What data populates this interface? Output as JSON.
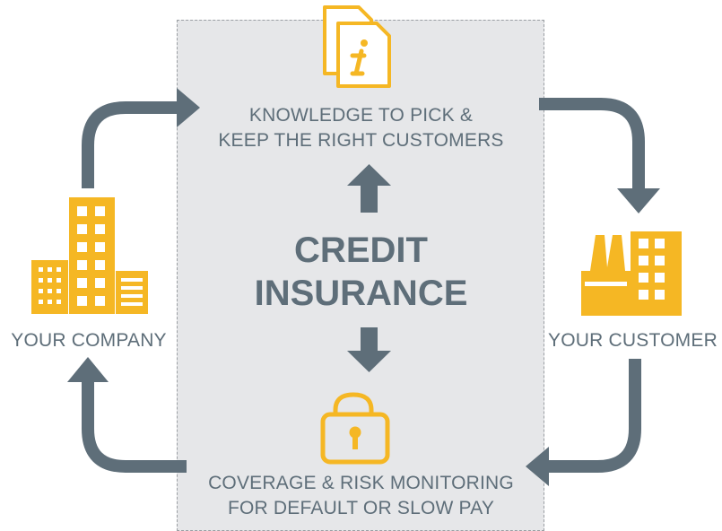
{
  "diagram": {
    "center": {
      "line1": "CREDIT",
      "line2": "INSURANCE"
    },
    "top": {
      "line1": "KNOWLEDGE TO PICK &",
      "line2": "KEEP THE RIGHT CUSTOMERS",
      "icon": "info-documents-icon"
    },
    "bottom": {
      "line1": "COVERAGE & RISK MONITORING",
      "line2": "FOR DEFAULT OR SLOW PAY",
      "icon": "padlock-icon"
    },
    "left": {
      "label": "YOUR COMPANY",
      "icon": "office-buildings-icon"
    },
    "right": {
      "label": "YOUR CUSTOMER",
      "icon": "factory-icon"
    }
  },
  "colors": {
    "accent": "#f5b724",
    "arrow": "#5e6e79",
    "text": "#5e6e79",
    "panel": "#e6e7e9"
  }
}
